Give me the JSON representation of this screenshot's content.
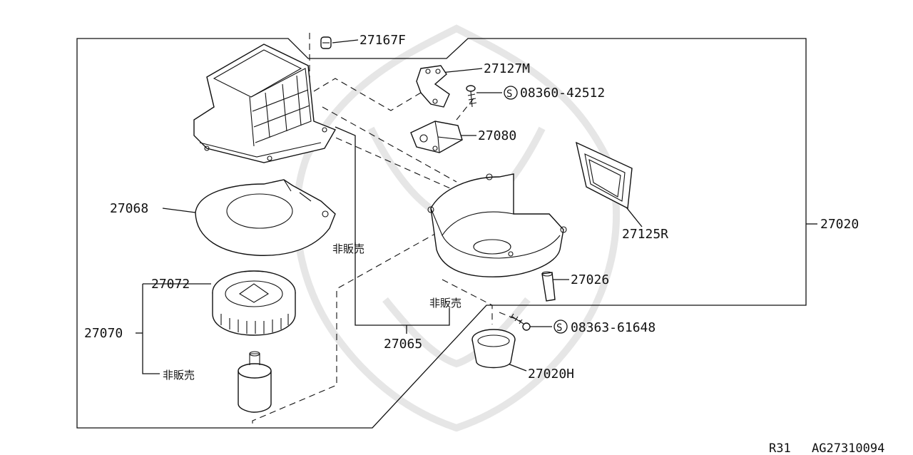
{
  "diagram": {
    "part_labels": {
      "p27167F": "27167F",
      "p27127M": "27127M",
      "p08360": "08360-42512",
      "p27080": "27080",
      "p27068": "27068",
      "p27020": "27020",
      "p27125R": "27125R",
      "p27072": "27072",
      "p27026": "27026",
      "p27070": "27070",
      "p08363": "08363-61648",
      "p27065": "27065",
      "p27020H": "27020H"
    },
    "not_for_sale": {
      "a": "非販売",
      "b": "非販売",
      "c": "非販売"
    },
    "screw_symbol": {
      "s1": "S",
      "s2": "S"
    },
    "footer": {
      "model": "R31",
      "diagram_code": "AG27310094"
    }
  }
}
